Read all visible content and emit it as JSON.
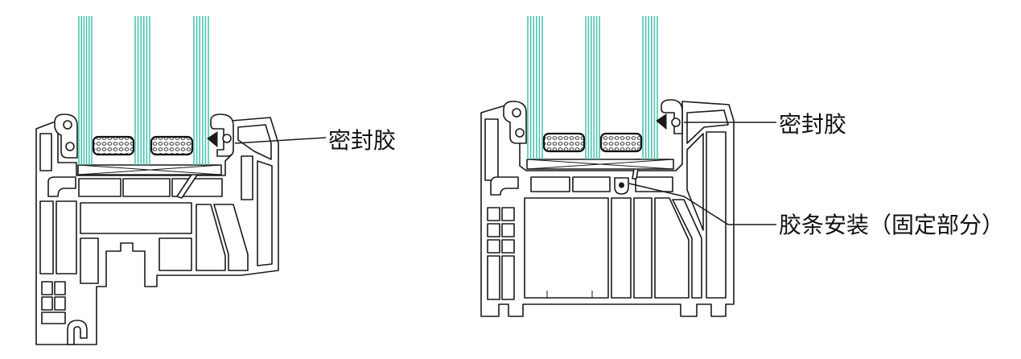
{
  "left_section": {
    "sealant_label": "密封胶"
  },
  "right_section": {
    "sealant_label": "密封胶",
    "gasket_label": "胶条安装（固定部分）"
  },
  "colors": {
    "glass": "#4fc4b0",
    "outline": "#1a1a1a"
  }
}
